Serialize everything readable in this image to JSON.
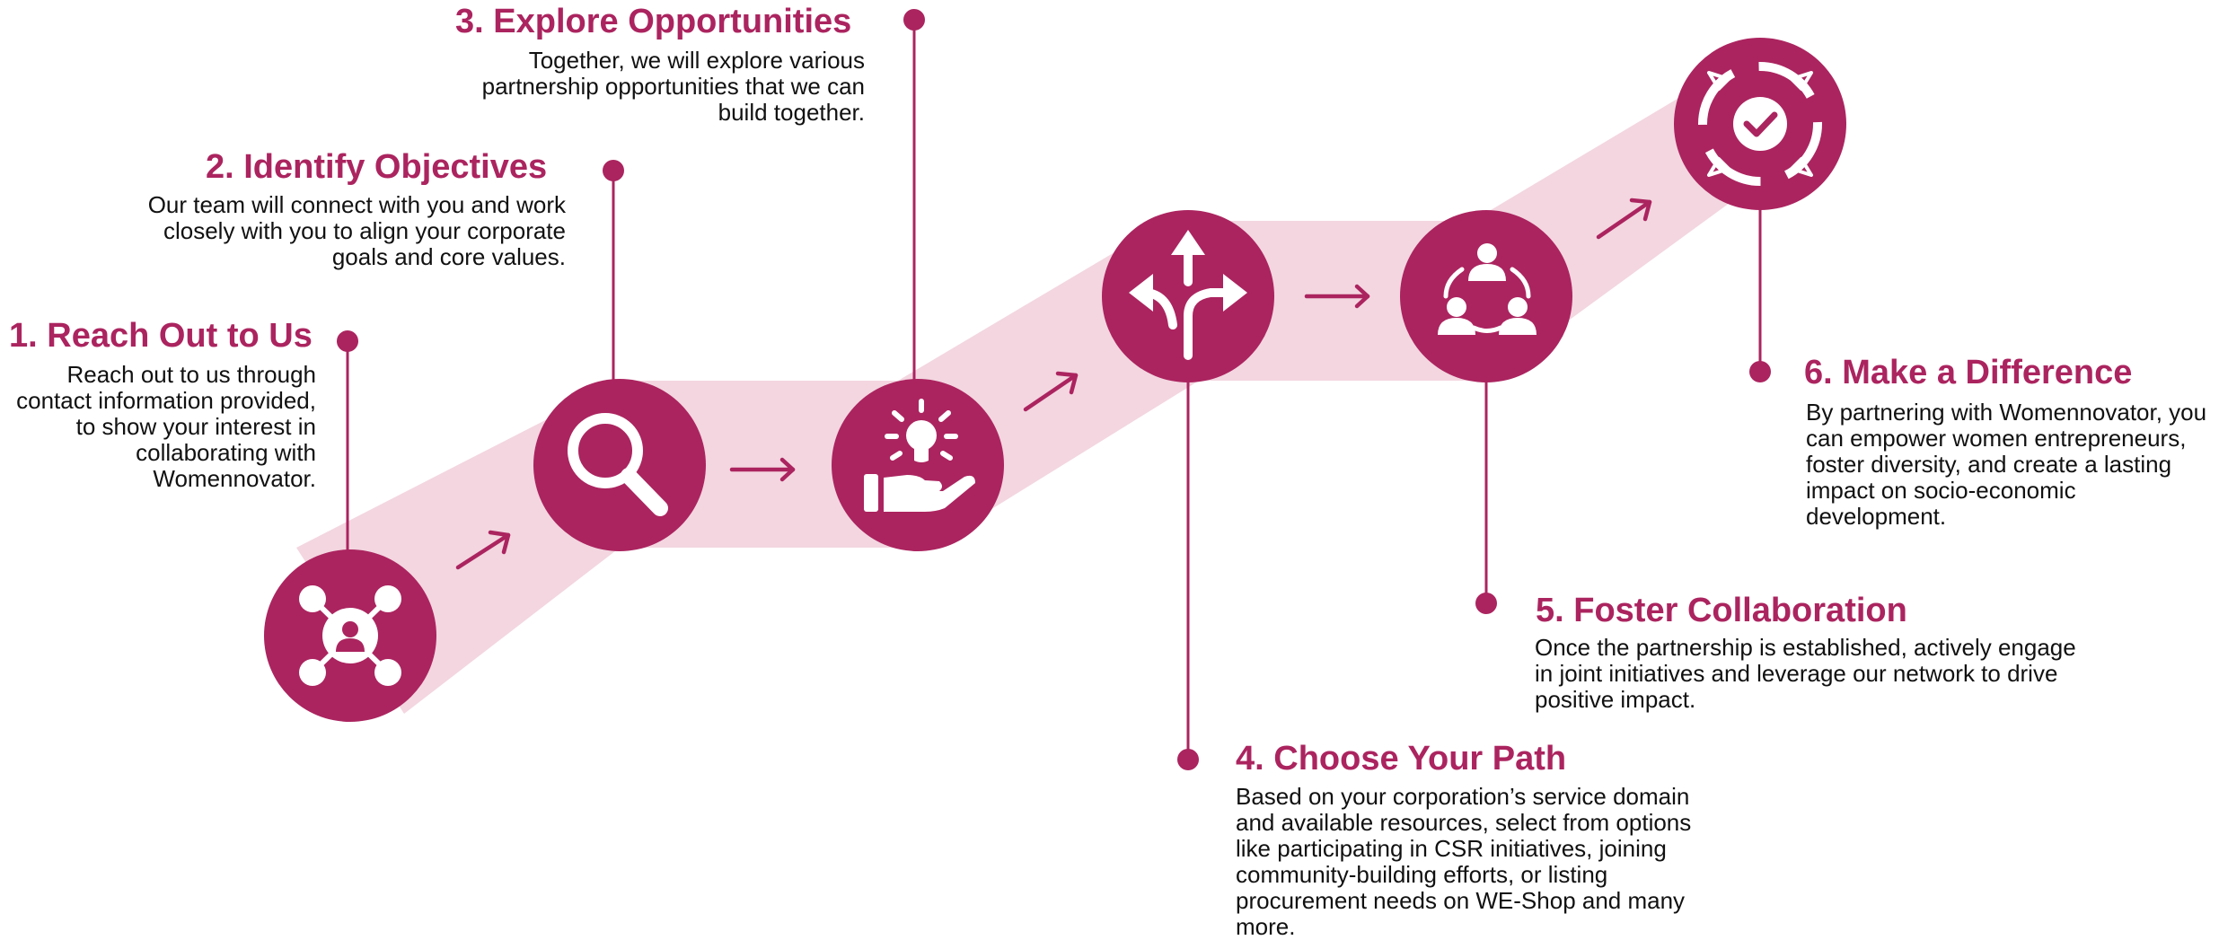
{
  "colors": {
    "accent": "#ab245f",
    "band": "#f3d6e0",
    "text": "#111111",
    "icon": "#ffffff"
  },
  "steps": [
    {
      "title": "1. Reach Out to Us",
      "desc": "Reach out to us through contact information provided, to show your interest in collaborating with Womennovator.",
      "icon": "network-person-icon"
    },
    {
      "title": "2. Identify Objectives",
      "desc": "Our team will connect with you and work closely with you to align your corporate goals and core values.",
      "icon": "magnifier-icon"
    },
    {
      "title": "3. Explore Opportunities",
      "desc": "Together, we will explore various partnership opportunities that we can build together.",
      "icon": "idea-hand-icon"
    },
    {
      "title": "4. Choose Your Path",
      "desc": "Based on your corporation’s service domain and available resources, select from options like participating in CSR initiatives, joining community-building efforts, or listing procurement needs on WE-Shop and many more.",
      "icon": "split-arrows-icon"
    },
    {
      "title": "5. Foster Collaboration",
      "desc": "Once the partnership is established, actively engage in joint initiatives and leverage our network to drive positive impact.",
      "icon": "team-cycle-icon"
    },
    {
      "title": "6. Make a Difference",
      "desc": "By partnering with Womennovator, you can empower women entrepreneurs, foster diversity, and create a lasting impact on socio-economic development.",
      "icon": "target-check-icon"
    }
  ]
}
